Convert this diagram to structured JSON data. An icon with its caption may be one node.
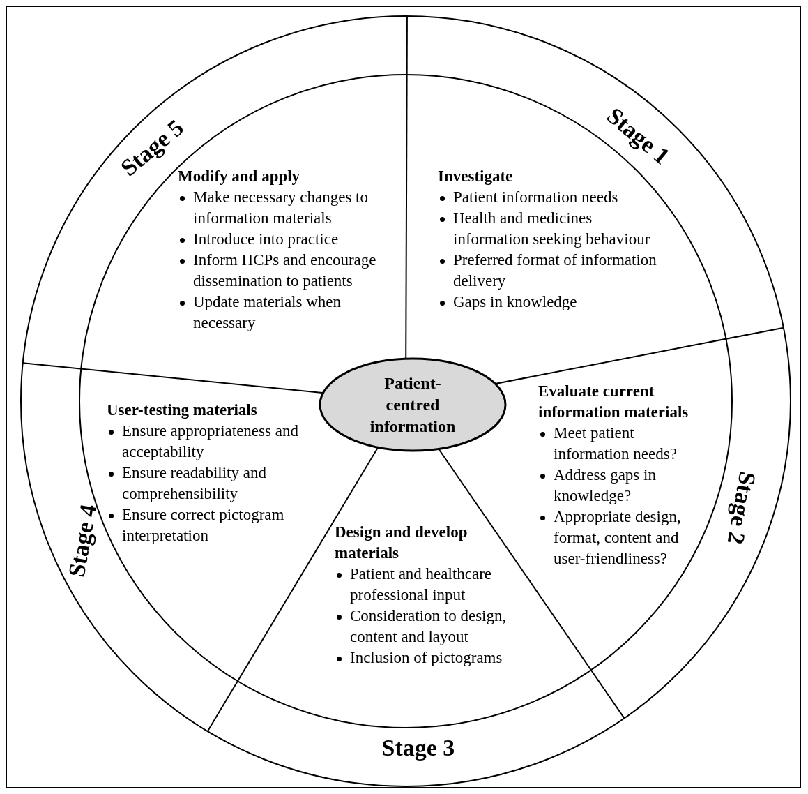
{
  "diagram": {
    "nodes": [
      {
        "text": [
          "Patient-centred information"
        ]
      },
      {
        "text": [
          "Stage 1",
          "Investigate",
          "Patient information needs",
          "Health and medicines information seeking behaviour",
          "Preferred format of information delivery",
          "Gaps in knowledge"
        ]
      },
      {
        "text": [
          "Evaluate current information materials",
          "Meet patient information needs?",
          "Address gaps in knowledge?",
          "Appropriate design, format, content and user-friendliness?",
          "Stage 2"
        ]
      },
      {
        "text": [
          "Design and develop materials",
          "Patient and healthcare professional input",
          "Consideration to design, content and layout",
          "Inclusion of pictograms",
          "Stage 3"
        ]
      },
      {
        "text": [
          "User-testing materials",
          "Ensure appropriateness and acceptability",
          "Ensure readability and comprehensibility",
          "Ensure correct pictogram interpretation",
          "Stage 4"
        ]
      },
      {
        "text": [
          "Stage 5",
          "Modify and apply",
          "Make necessary changes to information materials",
          "Introduce into practice",
          "Inform HCPs and encourage dissemination to patients",
          "Update materials when necessary"
        ]
      }
    ]
  }
}
